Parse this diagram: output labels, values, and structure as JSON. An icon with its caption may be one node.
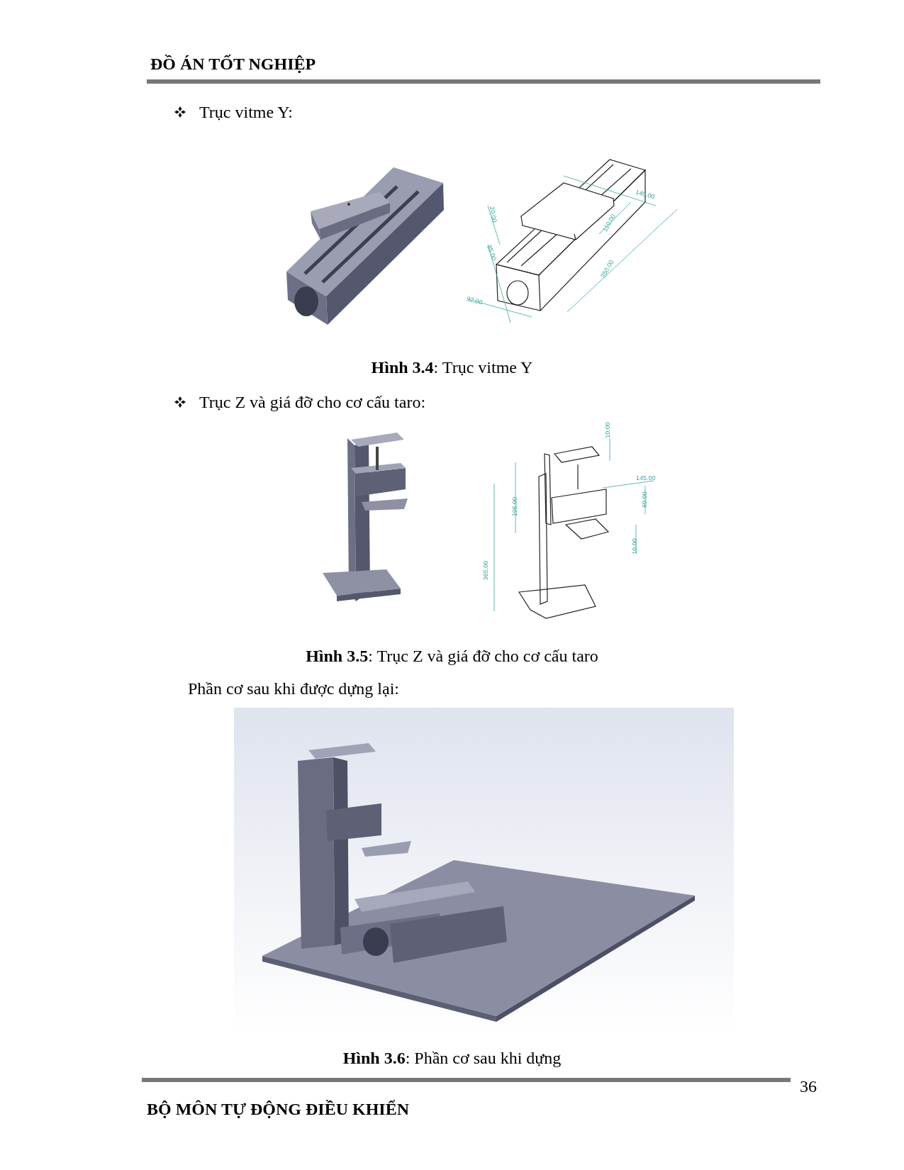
{
  "diagram": {
    "labels": [
      "ĐỒ ÁN TỐT NGHIỆP",
      "Trục vitme Y:",
      "20.00",
      "85.00",
      "92.00",
      "140.00",
      "110.00",
      "350.00",
      "**Hình 3.4**: Trục vitme Y",
      "Trục Z và giá đỡ cho cơ cấu taro:",
      "10.00",
      "145.00",
      "60.00",
      "195.00",
      "10.00",
      "365.00",
      "**Hình 3.5**: Trục Z và giá đỡ cho cơ cấu taro",
      "Phần cơ sau khi được dựng lại:",
      "**Hình 3.6**: Phần cơ sau khi dựng",
      "36",
      "BỘ MÔN TỰ ĐỘNG ĐIỀU KHIỂN"
    ]
  }
}
